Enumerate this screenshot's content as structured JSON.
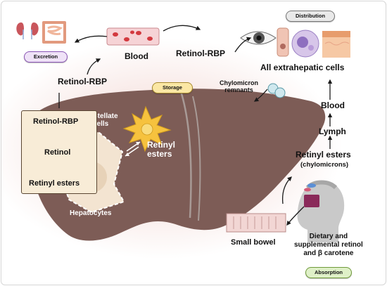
{
  "pills": {
    "distribution": "Distribution",
    "excretion": "Excretion",
    "storage": "Storage",
    "absorption": "Absorption"
  },
  "labels": {
    "blood_top": "Blood",
    "retinol_rbp_top": "Retinol-RBP",
    "retinol_rbp_left": "Retinol-RBP",
    "all_extrahepatic": "All extrahepatic cells",
    "chylomicron_remnants": "Chylomicron\nremnants",
    "blood_right": "Blood",
    "lymph": "Lymph",
    "retinyl_esters_right": "Retinyl esters",
    "chylomicrons": "(chylomicrons)",
    "small_bowel": "Small bowel",
    "dietary": "Dietary and\nsupplemental retinol\nand β carotene",
    "stellate_cells": "Stellate\ncells",
    "retinyl_esters_stellate": "Retinyl\nesters",
    "hepatocytes": "Hepatocytes"
  },
  "box": {
    "items": [
      "Retinol-RBP",
      "Retinol",
      "Retinyl esters"
    ]
  },
  "colors": {
    "liver": "#7d5c56",
    "hepatocyte": "#f3e4d1",
    "stellate": "#f6c23e",
    "vessel": "#f6d3d6",
    "rbc": "#d3393f",
    "bowel": "#f2d6d4"
  },
  "icons": [
    "kidney-icon",
    "intestine-icon",
    "blood-vessel-icon",
    "eye-icon",
    "cell-icon",
    "immune-cell-icon",
    "skin-icon",
    "chylomicron-icon",
    "liver-icon",
    "stellate-cell-icon",
    "hepatocyte-icon",
    "small-bowel-icon",
    "person-icon",
    "supplement-icon"
  ]
}
